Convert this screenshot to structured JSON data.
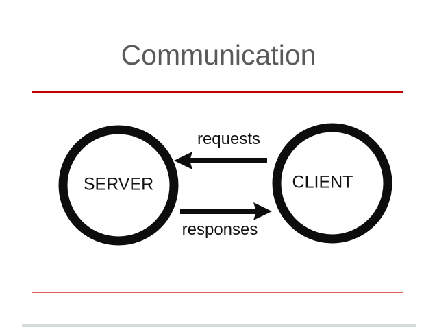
{
  "slide": {
    "title": "Communication",
    "title_color": "#5a5a5a",
    "background_color": "#ffffff",
    "accent_rule_color": "#c00000",
    "footer_rule_color": "#e0585b",
    "baseline_rule_color": "#d4dbd9"
  },
  "diagram": {
    "type": "node-edge",
    "nodes": [
      {
        "id": "server",
        "label": "SERVER",
        "shape": "circle"
      },
      {
        "id": "client",
        "label": "CLIENT",
        "shape": "circle"
      }
    ],
    "edges": [
      {
        "id": "requests",
        "label": "requests",
        "from": "client",
        "to": "server",
        "direction": "left"
      },
      {
        "id": "responses",
        "label": "responses",
        "from": "server",
        "to": "client",
        "direction": "right"
      }
    ],
    "stroke_color": "#0d0d0d",
    "fill_color": "#ffffff"
  }
}
